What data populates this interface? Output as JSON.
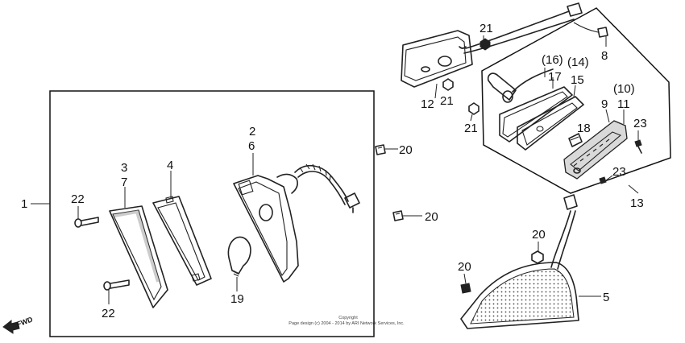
{
  "callouts": {
    "c1": "1",
    "c2": "2",
    "c3": "3",
    "c4": "4",
    "c5": "5",
    "c6": "6",
    "c7": "7",
    "c8": "8",
    "c9": "9",
    "c10": "(10)",
    "c11": "11",
    "c12": "12",
    "c13": "13",
    "c14": "(14)",
    "c15": "15",
    "c16": "(16)",
    "c17": "17",
    "c18": "18",
    "c19": "19",
    "c20a": "20",
    "c20b": "20",
    "c20c": "20",
    "c20d": "20",
    "c21a": "21",
    "c21b": "21",
    "c21c": "21",
    "c22a": "22",
    "c22b": "22",
    "c23a": "23",
    "c23b": "23"
  },
  "copyright": {
    "line1": "Copyright",
    "line2": "Page design (c) 2004 - 2014 by ARI Network Services, Inc."
  },
  "fwd_label": "FWD",
  "colors": {
    "line": "#222222",
    "background": "#ffffff"
  }
}
